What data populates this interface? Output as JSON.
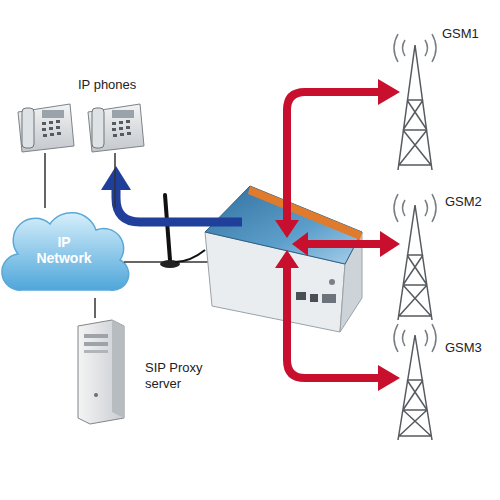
{
  "diagram": {
    "nodes": [
      {
        "text": [
          "IP phones"
        ]
      },
      {
        "text": [
          "IP Network"
        ]
      },
      {
        "text": [
          "SIP Proxy server"
        ]
      },
      {
        "text": [
          "GSM1"
        ]
      },
      {
        "text": [
          "GSM2"
        ]
      },
      {
        "text": [
          "GSM3"
        ]
      }
    ],
    "edges": [
      {
        "from": 0,
        "to": 1,
        "arrow": "none"
      },
      {
        "from": 2,
        "to": 1,
        "arrow": "none"
      }
    ]
  }
}
